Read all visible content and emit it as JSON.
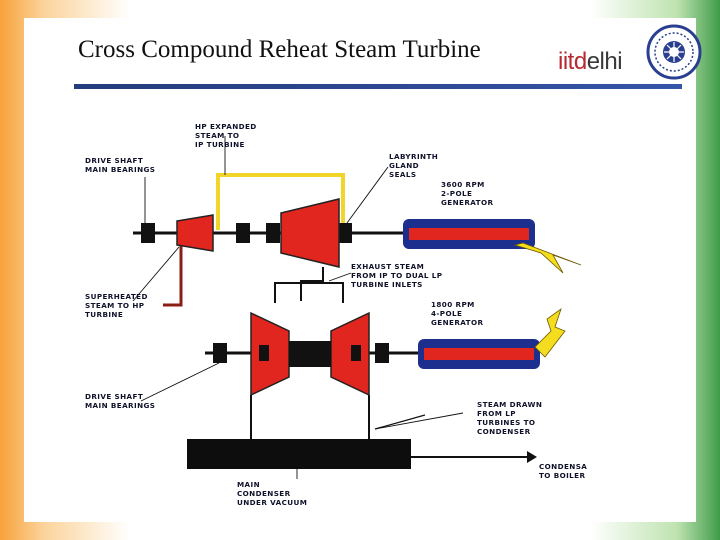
{
  "slide": {
    "title": "Cross Compound Reheat Steam Turbine",
    "logo": {
      "text_left": "iitd",
      "text_right": "elhi"
    }
  },
  "diagram": {
    "labels": {
      "hp_expanded": [
        "HP EXPANDED",
        "STEAM TO",
        "IP TURBINE"
      ],
      "drive_shaft_top": [
        "DRIVE SHAFT",
        "MAIN BEARINGS"
      ],
      "labyrinth": [
        "LABYRINTH",
        "GLAND",
        "SEALS"
      ],
      "gen1": [
        "3600 RPM",
        "2-POLE",
        "GENERATOR"
      ],
      "exhaust": [
        "EXHAUST STEAM",
        "FROM IP TO DUAL LP",
        "TURBINE INLETS"
      ],
      "superheated": [
        "SUPERHEATED",
        "STEAM TO HP",
        "TURBINE"
      ],
      "gen2": [
        "1800 RPM",
        "4-POLE",
        "GENERATOR"
      ],
      "drive_shaft_bottom": [
        "DRIVE SHAFT",
        "MAIN BEARINGS"
      ],
      "steam_drawn": [
        "STEAM DRAWN",
        "FROM LP",
        "TURBINES TO",
        "CONDENSER"
      ],
      "condensate": [
        "CONDENSA",
        "TO BOILER"
      ],
      "condenser": [
        "MAIN",
        "CONDENSER",
        "UNDER VACUUM"
      ]
    }
  },
  "colors": {
    "turbine_red": "#e0261f",
    "pipe_yellow": "#f2d52a",
    "generator_blue": "#1c2f8f",
    "lightning": "#f4dc1e",
    "accent_rule": "#2c4a9a"
  }
}
